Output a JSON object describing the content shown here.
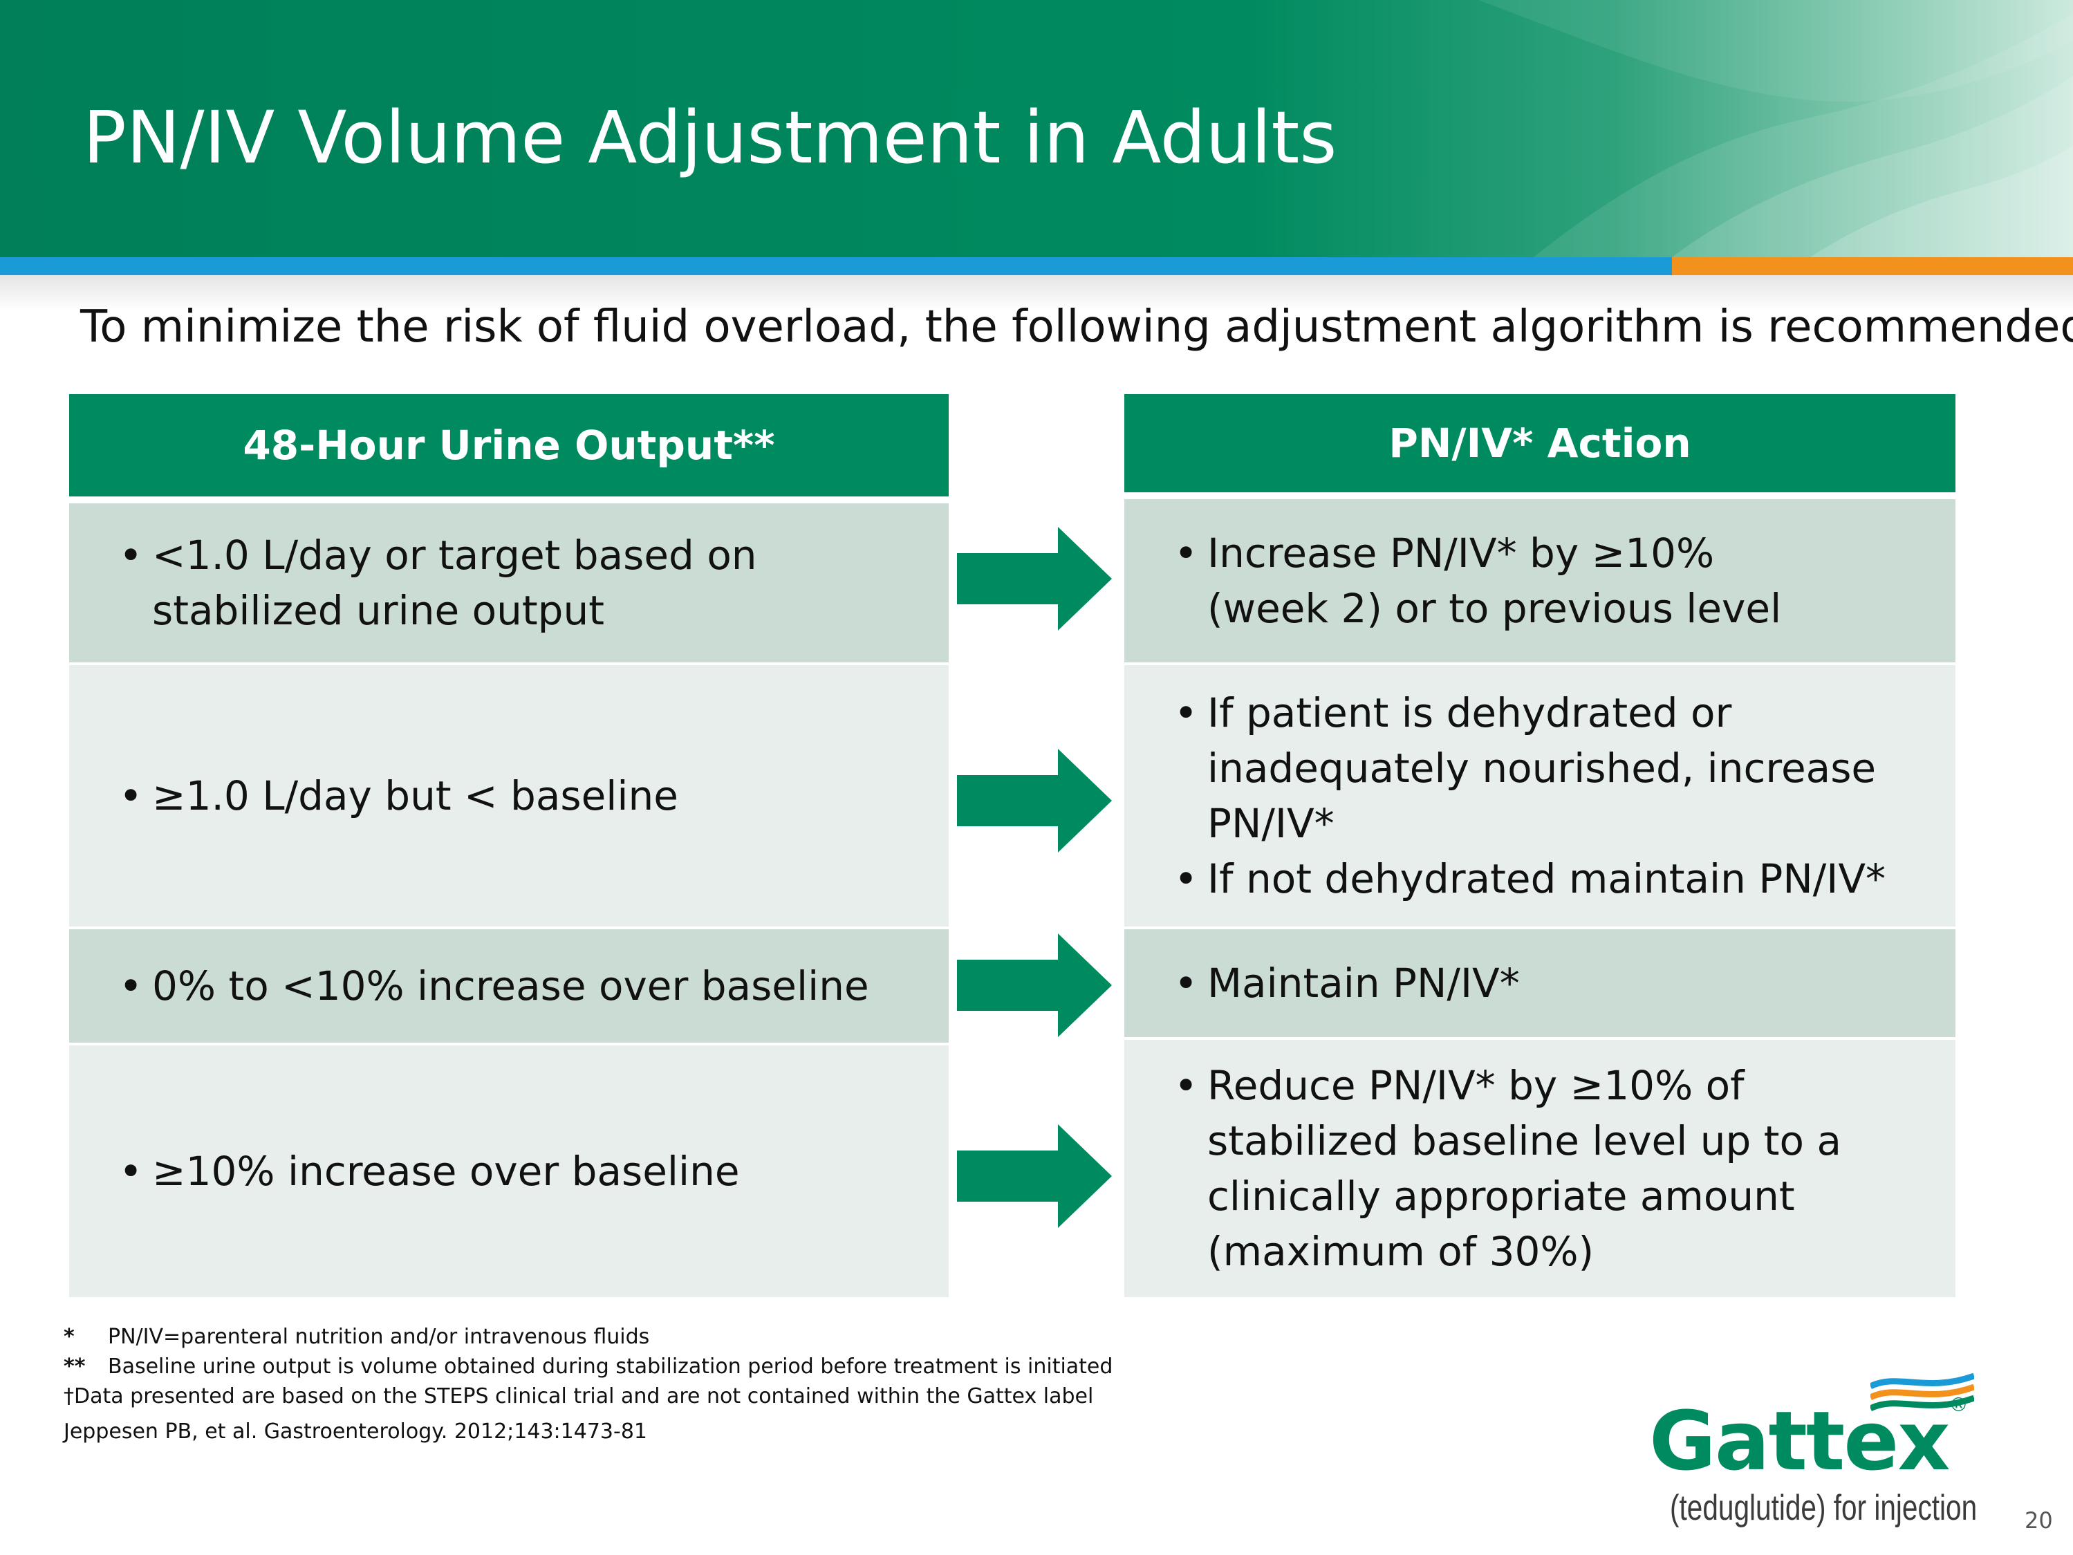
{
  "slide": {
    "title": "PN/IV Volume Adjustment in Adults",
    "subtitle": "To minimize the risk of fluid overload, the following adjustment algorithm is recommended.",
    "page_number": "20"
  },
  "colors": {
    "brand_green": "#008a5f",
    "blue_band": "#1a9ad6",
    "orange_band": "#f2921d",
    "row_dark": "#cbdcd4",
    "row_light": "#e7eeeb"
  },
  "table": {
    "left_header": "48-Hour Urine Output**",
    "right_header": "PN/IV* Action",
    "rows": [
      {
        "left": [
          "<1.0 L/day or target based on\nstabilized urine output"
        ],
        "right": [
          "Increase PN/IV* by ≥10%\n(week 2) or to previous level"
        ]
      },
      {
        "left": [
          "≥1.0 L/day but < baseline"
        ],
        "right": [
          "If patient is dehydrated or inadequately nourished, increase PN/IV*",
          "If not dehydrated maintain PN/IV*"
        ]
      },
      {
        "left": [
          "0% to <10% increase over baseline"
        ],
        "right": [
          "Maintain PN/IV*"
        ]
      },
      {
        "left": [
          "≥10% increase over baseline"
        ],
        "right": [
          "Reduce PN/IV* by ≥10% of stabilized baseline level up to a clinically appropriate amount (maximum of 30%)"
        ]
      }
    ],
    "bullet_glyph": "•",
    "arrow_icon": "right-arrow-icon"
  },
  "footnotes": [
    {
      "mark": "*",
      "text": "PN/IV=parenteral nutrition and/or intravenous fluids"
    },
    {
      "mark": "**",
      "text": "Baseline urine output is volume obtained during stabilization period before treatment is initiated"
    },
    {
      "mark": "",
      "text": "†Data presented are based on the STEPS clinical trial and are not contained within the Gattex label"
    }
  ],
  "reference": "Jeppesen PB, et al. Gastroenterology. 2012;143:1473-81",
  "logo": {
    "name": "Gattex",
    "registered": "®",
    "tagline": "(teduglutide) for injection"
  }
}
